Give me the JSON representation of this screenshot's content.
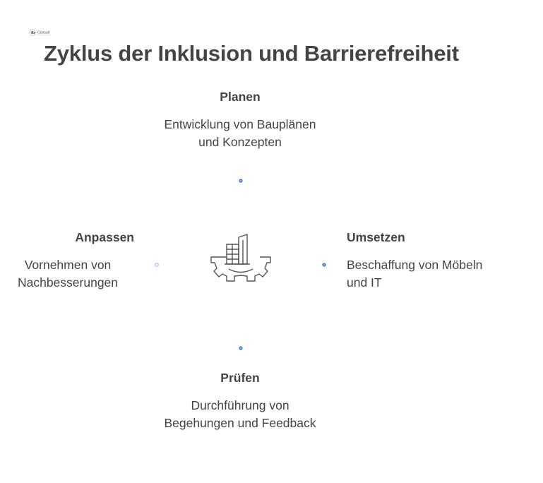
{
  "title": "Zyklus der Inklusion und Barrierefreiheit",
  "logo": {
    "text": "FB-Consult",
    "icon": "company-logo"
  },
  "center_icon": "building-gear-icon",
  "accent_color": "#3b6fd8",
  "steps": {
    "plan": {
      "title": "Planen",
      "desc_line1": "Entwicklung von Bauplänen",
      "desc_line2": "und Konzepten"
    },
    "implement": {
      "title": "Umsetzen",
      "desc_line1": "Beschaffung von Möbeln",
      "desc_line2": "und IT"
    },
    "check": {
      "title": "Prüfen",
      "desc_line1": "Durchführung von",
      "desc_line2": "Begehungen und Feedback"
    },
    "adjust": {
      "title": "Anpassen",
      "desc_line1": "Vornehmen von",
      "desc_line2": "Nachbesserungen"
    }
  }
}
